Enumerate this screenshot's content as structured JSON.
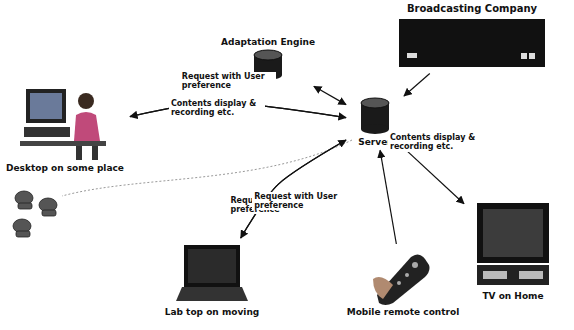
{
  "diagram": {
    "nodes": [
      {
        "text": [
          "Broadcasting Company"
        ]
      },
      {
        "text": [
          "Adaptation Engine"
        ]
      },
      {
        "text": [
          "Server"
        ]
      },
      {
        "text": [
          "Desktop on some place"
        ]
      },
      {
        "text": [
          "Lab top on moving"
        ]
      },
      {
        "text": [
          "Mobile remote control"
        ]
      },
      {
        "text": [
          "TV on Home"
        ]
      }
    ],
    "edges": [
      {
        "from": 0,
        "to": 2,
        "arrow": "to"
      },
      {
        "from": 1,
        "to": 2,
        "arrow": "both"
      },
      {
        "from": 3,
        "to": 2,
        "label": "Request with User preference",
        "arrow": "to"
      },
      {
        "from": 2,
        "to": 3,
        "label": "Contents display & recording etc.",
        "arrow": "to"
      },
      {
        "from": 4,
        "to": 2,
        "label": "Request with User preference",
        "arrow": "to"
      },
      {
        "from": 2,
        "to": 4,
        "arrow": "to"
      },
      {
        "from": 5,
        "to": 2,
        "label": "Request with User preference",
        "arrow": "to"
      },
      {
        "from": 2,
        "to": 6,
        "label": "Contents display & recording etc.",
        "arrow": "to"
      }
    ]
  }
}
